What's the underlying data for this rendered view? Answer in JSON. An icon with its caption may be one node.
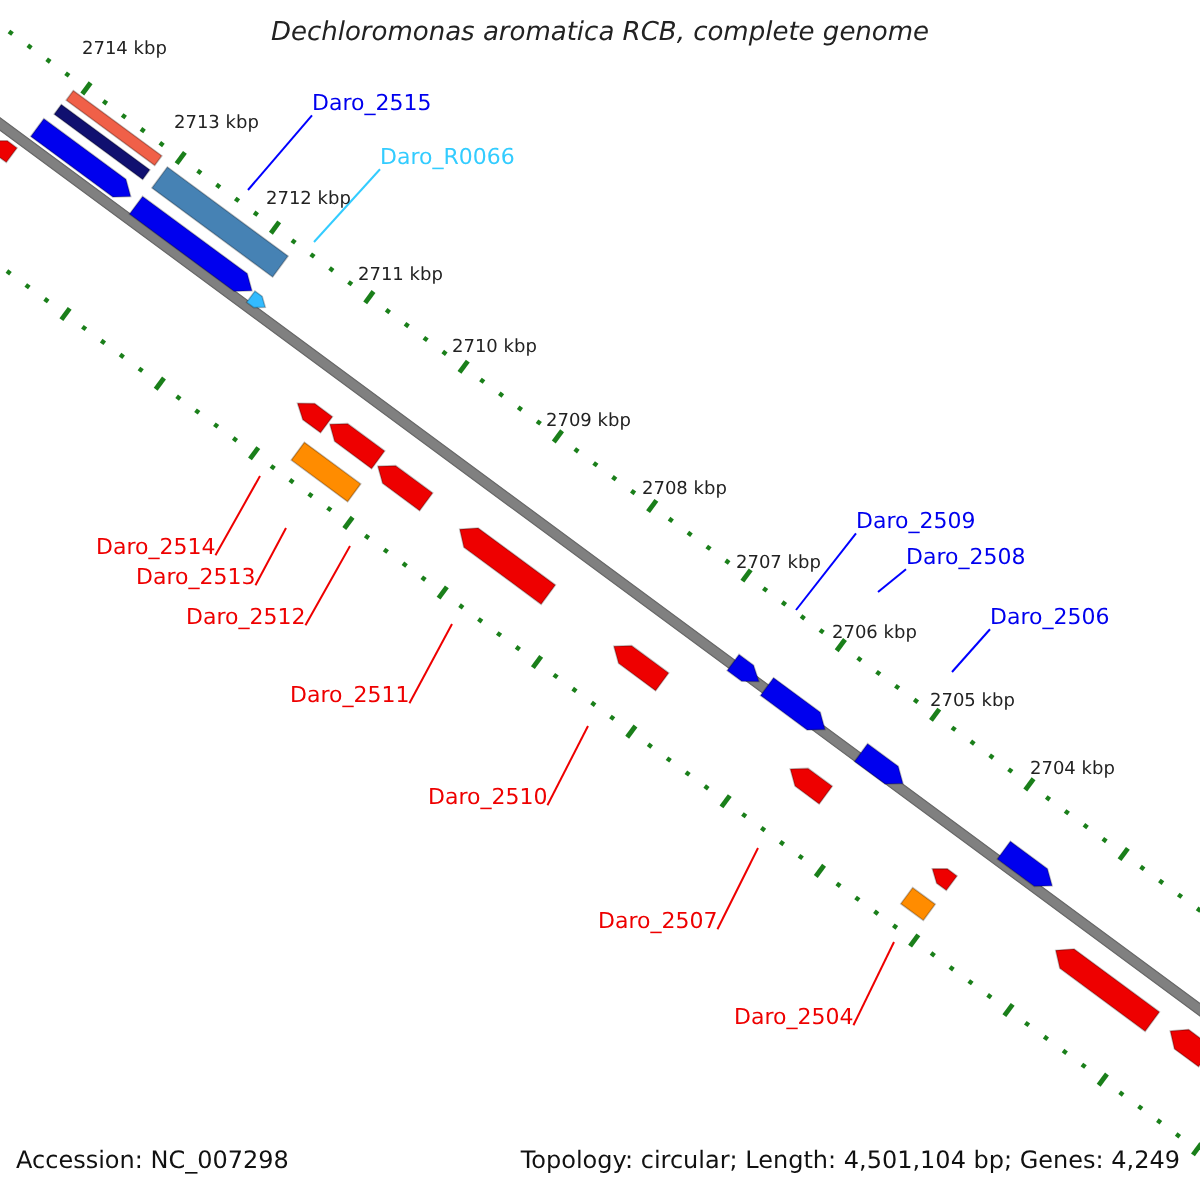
{
  "diagram": {
    "title": "Dechloromonas aromatica RCB, complete genome",
    "nodes": [
      {
        "text": [
          "Daro_2515"
        ]
      },
      {
        "text": [
          "Daro_R0066"
        ]
      },
      {
        "text": [
          "Daro_2509"
        ]
      },
      {
        "text": [
          "Daro_2508"
        ]
      },
      {
        "text": [
          "Daro_2506"
        ]
      },
      {
        "text": [
          "Daro_2514"
        ]
      },
      {
        "text": [
          "Daro_2513"
        ]
      },
      {
        "text": [
          "Daro_2512"
        ]
      },
      {
        "text": [
          "Daro_2511"
        ]
      },
      {
        "text": [
          "Daro_2510"
        ]
      },
      {
        "text": [
          "Daro_2507"
        ]
      },
      {
        "text": [
          "Daro_2504"
        ]
      }
    ],
    "edges": [
      {
        "from": 0,
        "to": null,
        "arrow": "none",
        "color": "#0000ff"
      },
      {
        "from": 1,
        "to": null,
        "arrow": "none",
        "color": "#33ccff"
      },
      {
        "from": 2,
        "to": null,
        "arrow": "none",
        "color": "#0000ff"
      },
      {
        "from": 3,
        "to": null,
        "arrow": "none",
        "color": "#0000ff"
      },
      {
        "from": 4,
        "to": null,
        "arrow": "none",
        "color": "#0000ff"
      },
      {
        "from": 5,
        "to": null,
        "arrow": "none"
      },
      {
        "from": 6,
        "to": null,
        "arrow": "none"
      },
      {
        "from": 7,
        "to": null,
        "arrow": "none"
      },
      {
        "from": 8,
        "to": null,
        "arrow": "none"
      },
      {
        "from": 9,
        "to": null,
        "arrow": "none"
      },
      {
        "from": 10,
        "to": null,
        "arrow": "none"
      },
      {
        "from": 11,
        "to": null,
        "arrow": "none"
      }
    ],
    "labels": [
      "2714 kbp",
      "2713 kbp",
      "2712 kbp",
      "2711 kbp",
      "2710 kbp",
      "2709 kbp",
      "2708 kbp",
      "2707 kbp",
      "2706 kbp",
      "2705 kbp",
      "2704 kbp",
      "Accession: NC_007298",
      "Topology: circular; Length: 4,501,104 bp; Genes: 4,249"
    ]
  }
}
